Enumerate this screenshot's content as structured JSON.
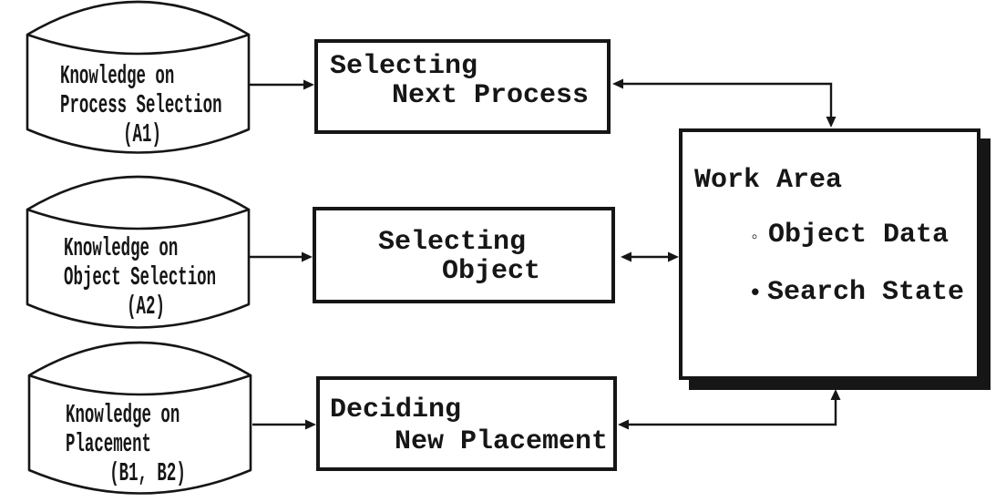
{
  "diagram": {
    "background": "#ffffff",
    "ink_color": "#161616",
    "knowledge_sources": [
      {
        "line1": "Knowledge on",
        "line2": "Process Selection",
        "id_label": "(A1)"
      },
      {
        "line1": "Knowledge on",
        "line2": "Object Selection",
        "id_label": "(A2)"
      },
      {
        "line1": "Knowledge on",
        "line2": "Placement",
        "id_label": "(B1, B2)"
      }
    ],
    "processes": [
      {
        "line1": "Selecting",
        "line2": "Next Process"
      },
      {
        "line1": "Selecting",
        "line2": "Object"
      },
      {
        "line1": "Deciding",
        "line2": "New Placement"
      }
    ],
    "work_area": {
      "title": "Work Area",
      "items": [
        {
          "bullet": "◦",
          "label": "Object Data"
        },
        {
          "bullet": "•",
          "label": "Search State"
        }
      ]
    }
  }
}
